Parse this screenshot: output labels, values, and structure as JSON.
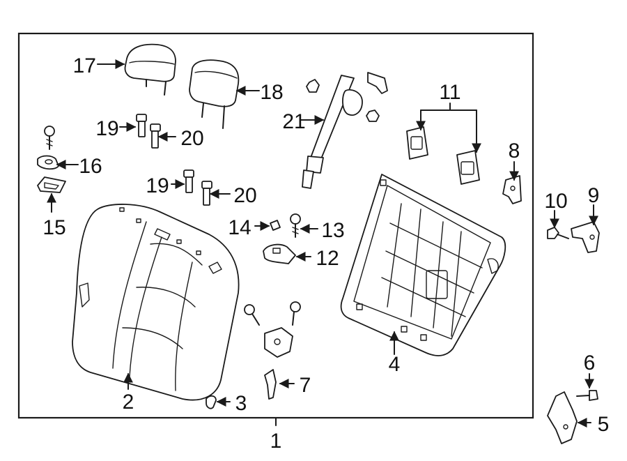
{
  "callouts": [
    {
      "id": "c1",
      "label": "1"
    },
    {
      "id": "c2",
      "label": "2"
    },
    {
      "id": "c3",
      "label": "3"
    },
    {
      "id": "c4",
      "label": "4"
    },
    {
      "id": "c5",
      "label": "5"
    },
    {
      "id": "c6",
      "label": "6"
    },
    {
      "id": "c7",
      "label": "7"
    },
    {
      "id": "c8",
      "label": "8"
    },
    {
      "id": "c9",
      "label": "9"
    },
    {
      "id": "c10",
      "label": "10"
    },
    {
      "id": "c11",
      "label": "11"
    },
    {
      "id": "c12",
      "label": "12"
    },
    {
      "id": "c13",
      "label": "13"
    },
    {
      "id": "c14",
      "label": "14"
    },
    {
      "id": "c15",
      "label": "15"
    },
    {
      "id": "c16",
      "label": "16"
    },
    {
      "id": "c17",
      "label": "17"
    },
    {
      "id": "c18",
      "label": "18"
    },
    {
      "id": "c19a",
      "label": "19"
    },
    {
      "id": "c19b",
      "label": "19"
    },
    {
      "id": "c20a",
      "label": "20"
    },
    {
      "id": "c20b",
      "label": "20"
    },
    {
      "id": "c21",
      "label": "21"
    }
  ]
}
